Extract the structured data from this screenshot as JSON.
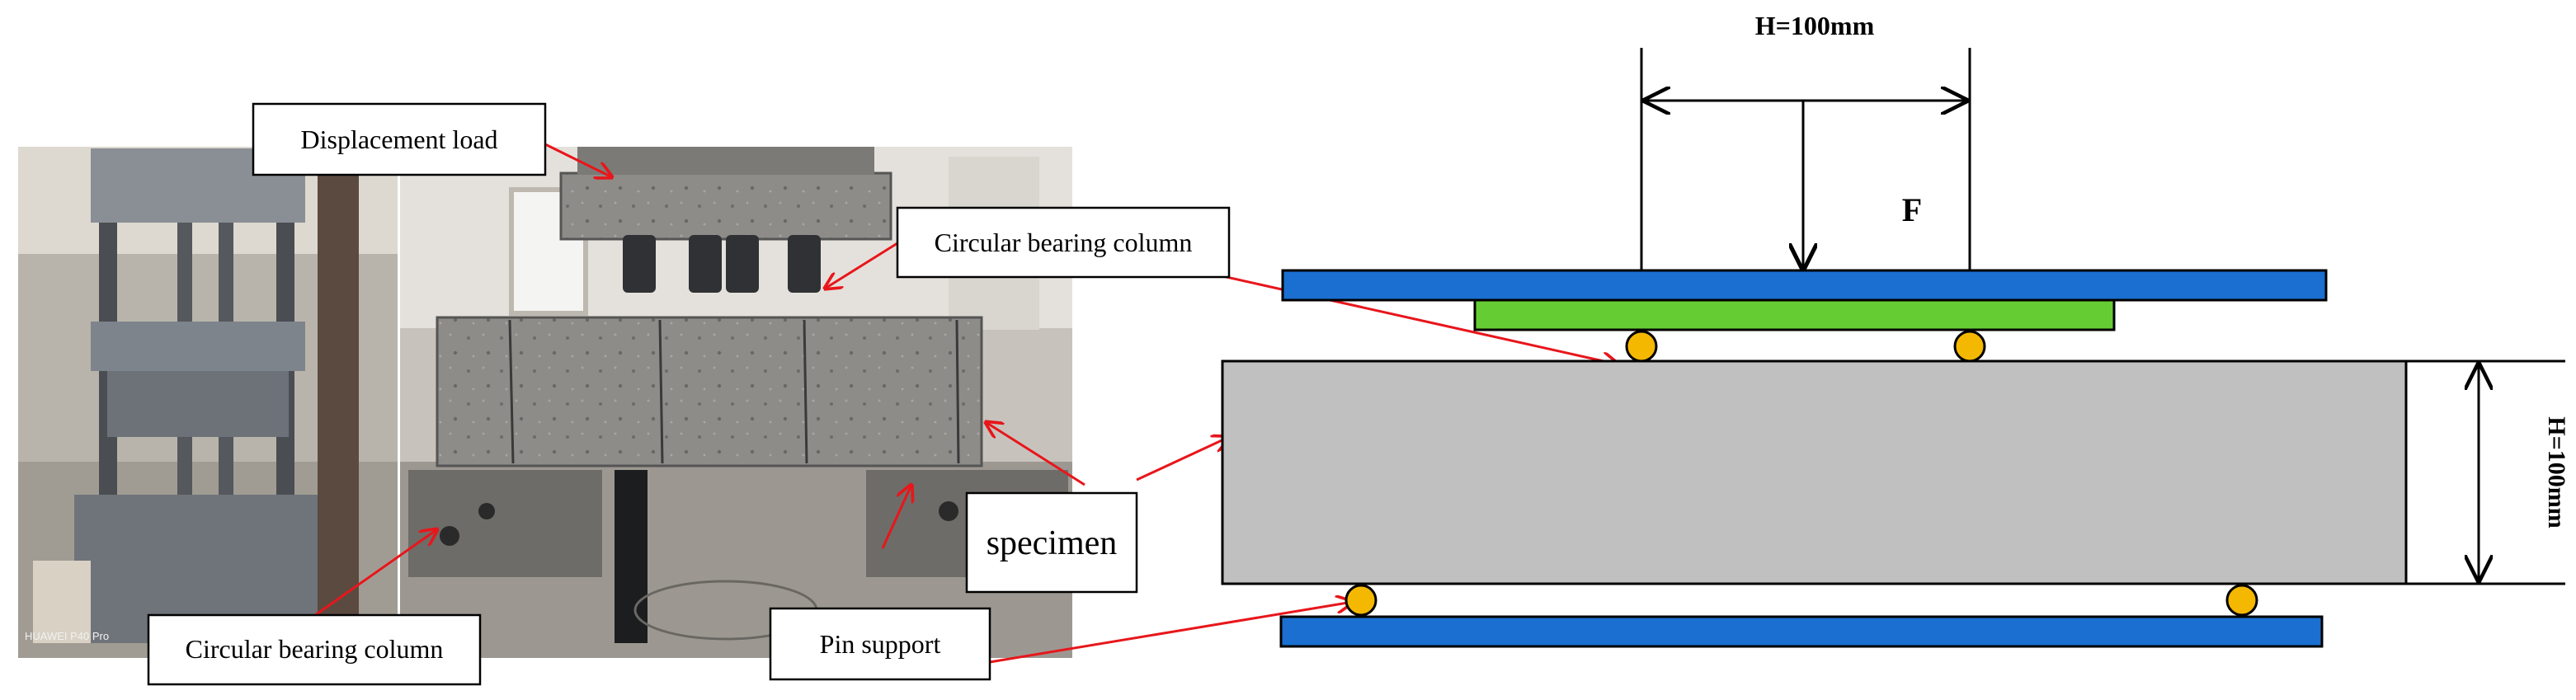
{
  "photo": {
    "watermark": "HUAWEI P40 Pro",
    "labels": {
      "displacement_load": "Displacement load",
      "bearing_column_top": "Circular bearing column",
      "bearing_column_bottom": "Circular bearing column",
      "specimen": "specimen",
      "pin_support": "Pin support"
    }
  },
  "schematic": {
    "span_label": "H=100mm",
    "height_label": "H=100mm",
    "force_label": "F"
  },
  "colors": {
    "loading_plate": "#1a6fd1",
    "spreader_beam": "#66cc33",
    "specimen": "#c0c0c0",
    "roller": "#f5b800",
    "annotation_arrow": "#e8161b"
  }
}
